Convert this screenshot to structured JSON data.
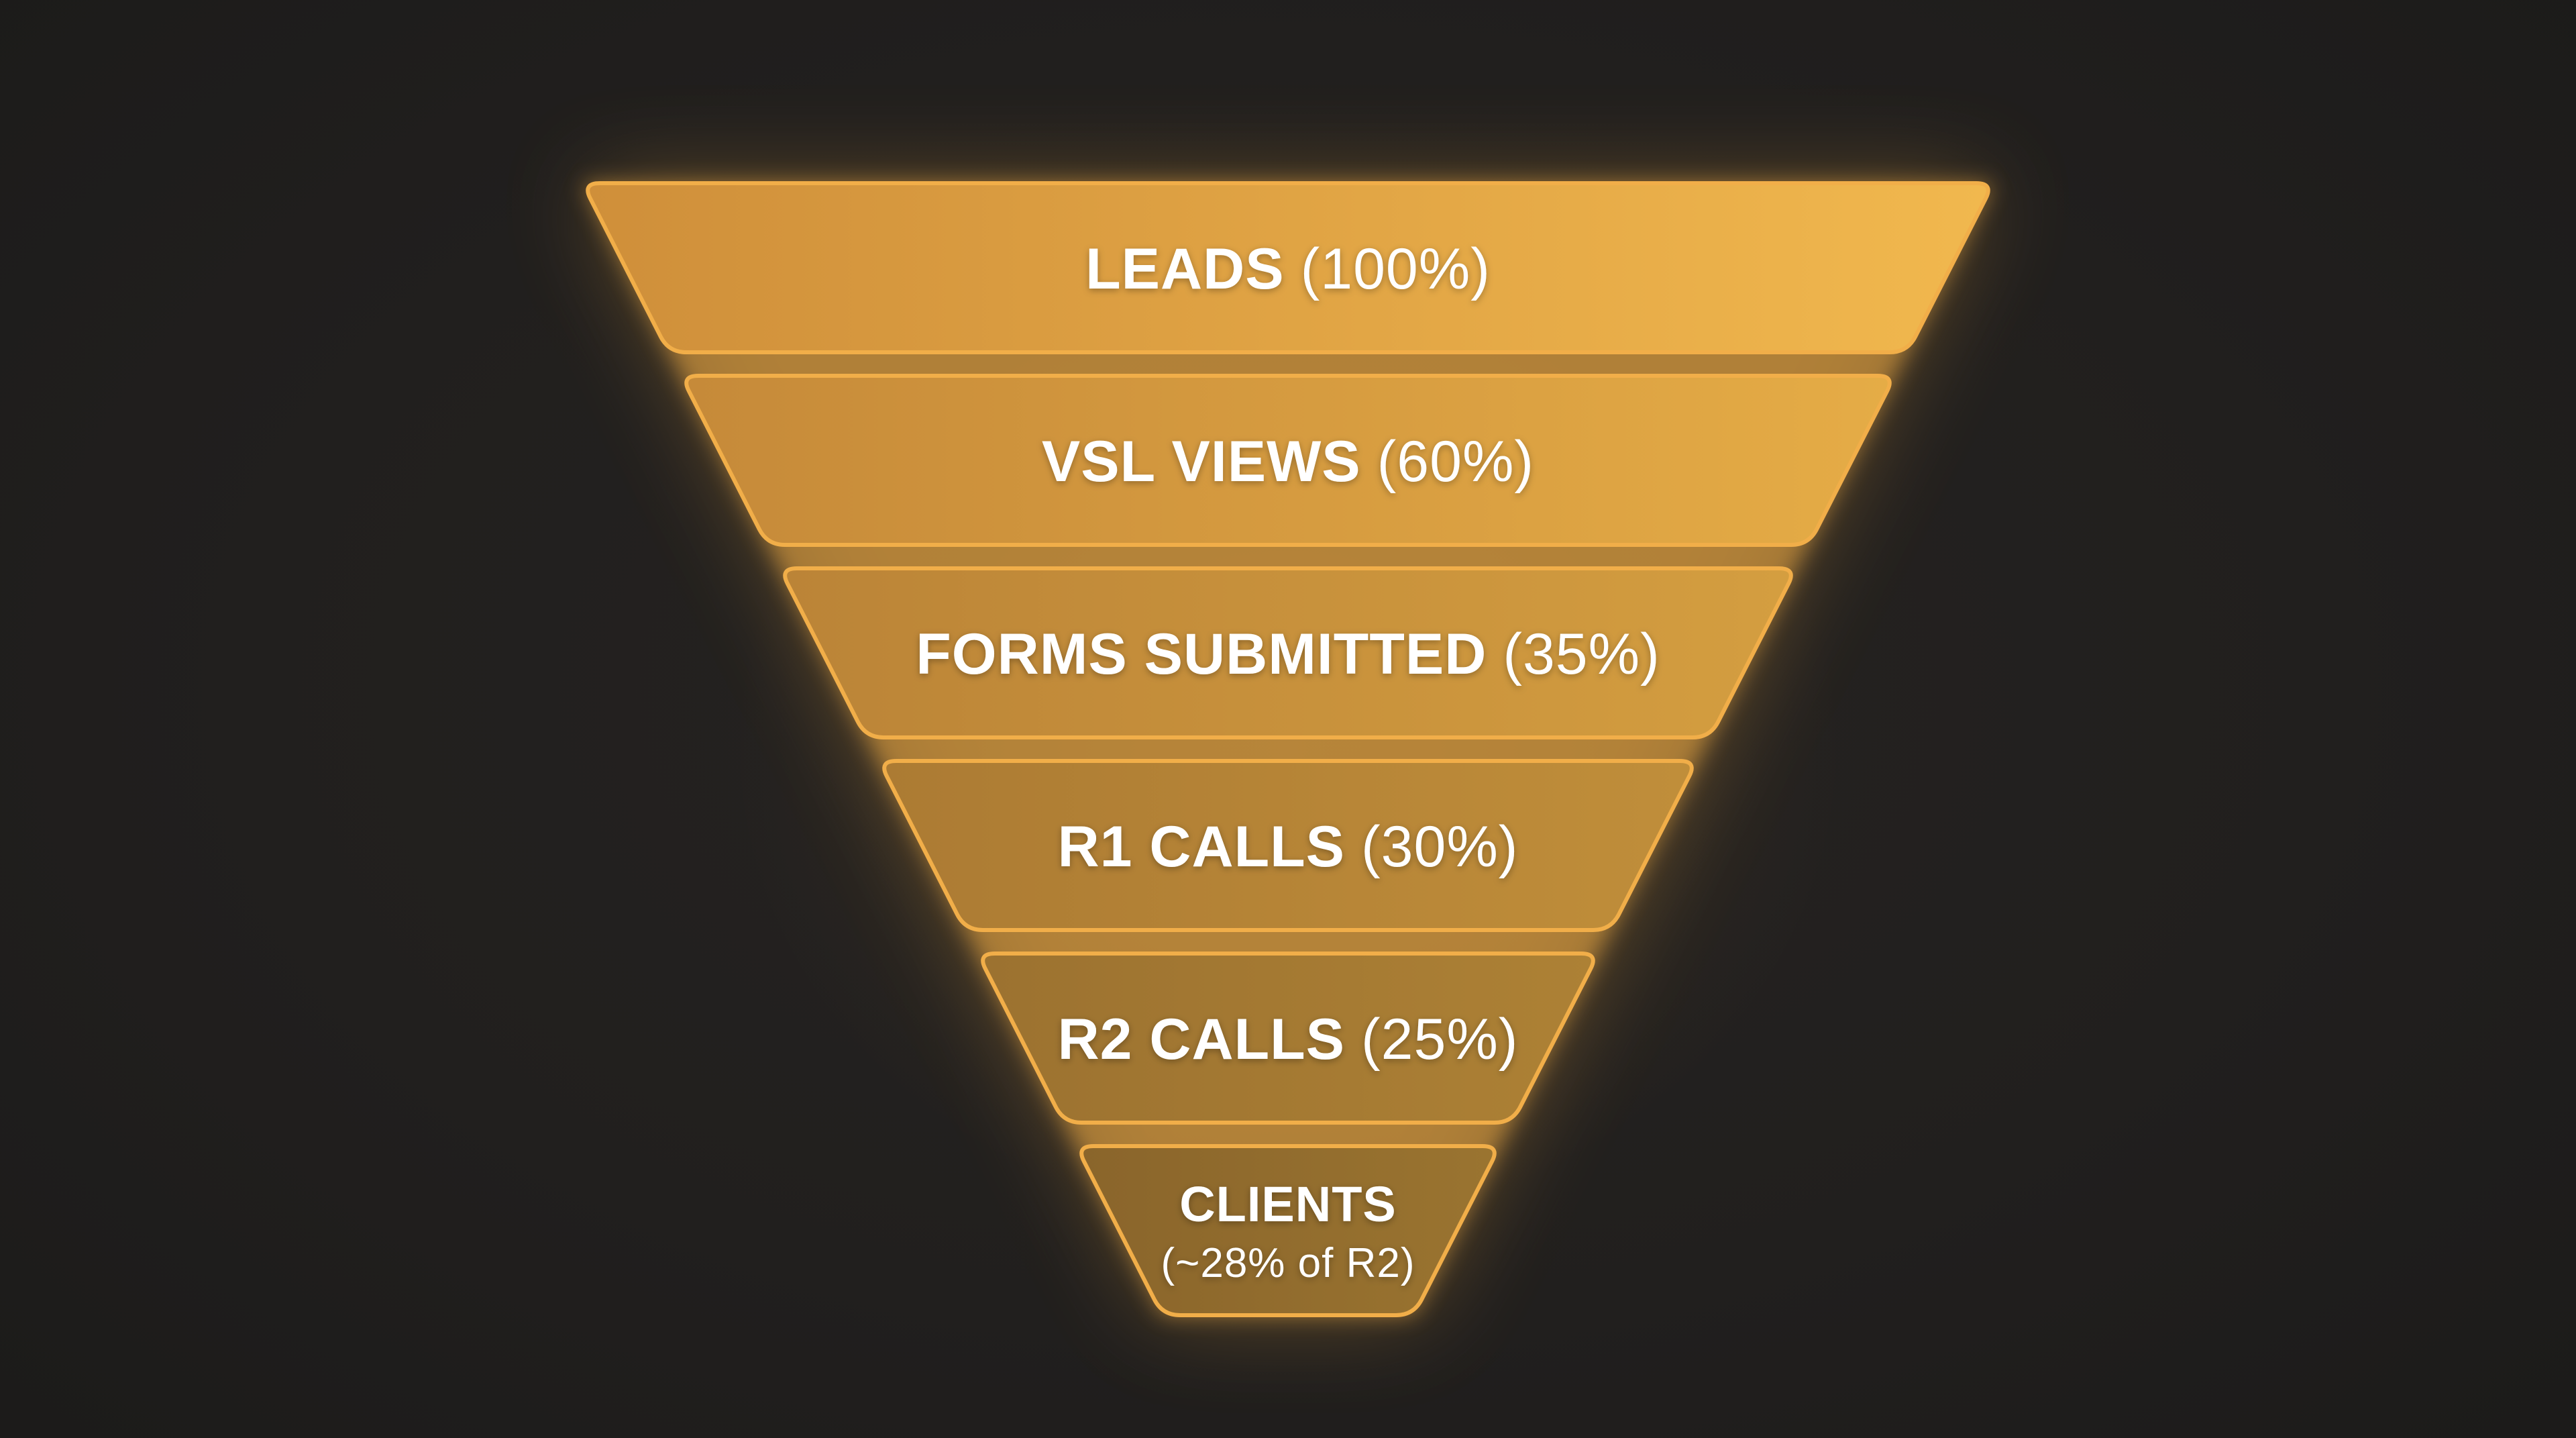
{
  "chart_data": {
    "type": "funnel",
    "orientation": "wide-top, narrowing downward, centered",
    "title": "",
    "legend": "none",
    "grid": false,
    "stages": [
      {
        "name": "LEADS",
        "percent_label": "(100%)",
        "value_pct": 100
      },
      {
        "name": "VSL VIEWS",
        "percent_label": "(60%)",
        "value_pct": 60
      },
      {
        "name": "FORMS SUBMITTED",
        "percent_label": "(35%)",
        "value_pct": 35
      },
      {
        "name": "R1 CALLS",
        "percent_label": "(30%)",
        "value_pct": 30
      },
      {
        "name": "R2 CALLS",
        "percent_label": "(25%)",
        "value_pct": 25
      },
      {
        "name": "CLIENTS",
        "percent_label": "(~28% of R2)",
        "value_pct": null
      }
    ]
  },
  "colors": {
    "background": "#211F1E",
    "background_mid": "#262321",
    "background_edge": "#1C1B1A",
    "stage_border": "#F1AE49",
    "glow": "#DE9F3E",
    "glow_bright": "#F0AC45",
    "label_text": "#FFFFFF",
    "stage_gradients": [
      [
        "#CF8F3A",
        "#F1B84E"
      ],
      [
        "#C68A39",
        "#E5AC46"
      ],
      [
        "#BB8437",
        "#D49E40"
      ],
      [
        "#AC7B33",
        "#C08E3A"
      ],
      [
        "#9C7230",
        "#AD8135"
      ],
      [
        "#8A652B",
        "#9A7430"
      ]
    ]
  }
}
